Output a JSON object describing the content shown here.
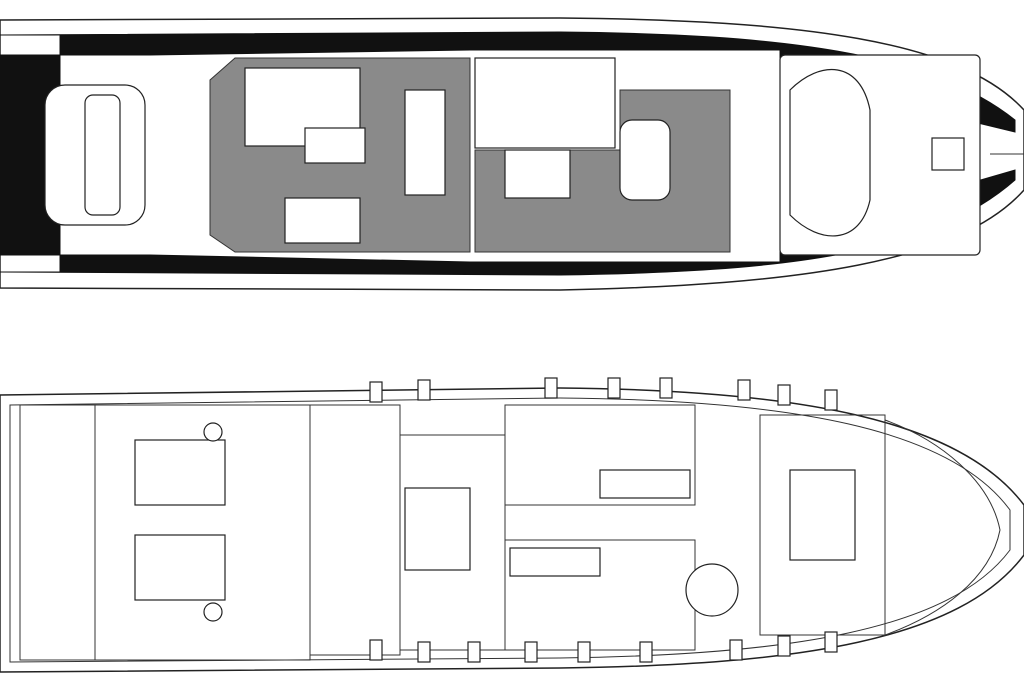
{
  "diagram": {
    "kind": "yacht-deck-plan",
    "decks": [
      {
        "id": "main-deck"
      },
      {
        "id": "lower-deck"
      }
    ]
  },
  "colors": {
    "line": "#222222",
    "deck_fill": "#111111",
    "teak_fill": "#8a8a8a",
    "background": "#ffffff"
  }
}
